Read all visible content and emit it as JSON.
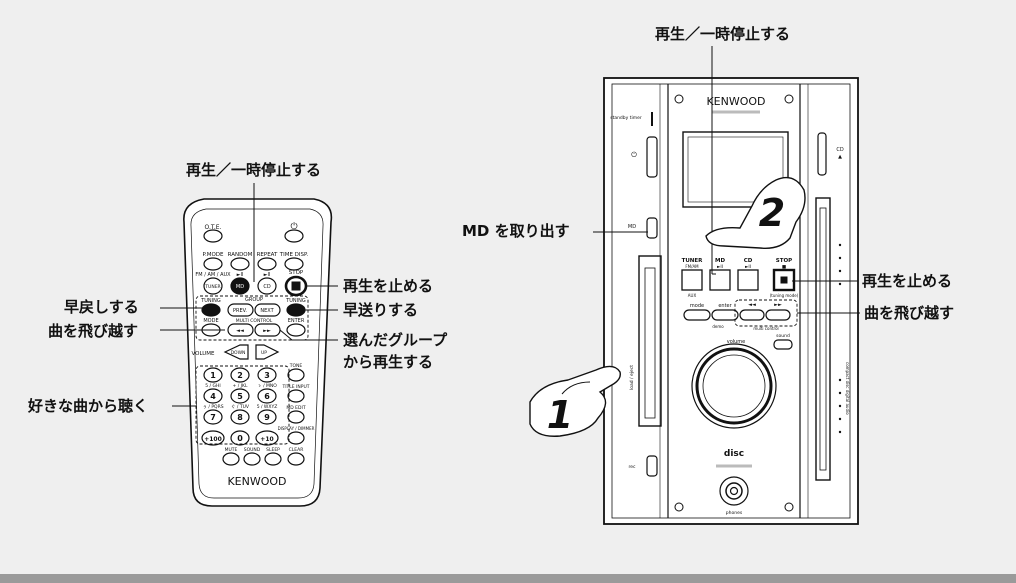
{
  "colors": {
    "background": "#efefef",
    "device_body": "#ffffff",
    "line": "#111111",
    "accent_bar": "#9a9a9a"
  },
  "icons": {
    "step1": "pointing-hand-icon",
    "step2": "pointing-hand-icon",
    "disc": "md-disc-logo-icon"
  },
  "steps": {
    "one": "1",
    "two": "2"
  },
  "labels": {
    "remote_play_pause": "再生／一時停止する",
    "remote_stop": "再生を止める",
    "remote_rewind": "早戻しする",
    "remote_fast_forward": "早送りする",
    "remote_skip": "曲を飛び越す",
    "remote_group_play": "選んだグループ",
    "remote_group_play_2": "から再生する",
    "remote_favorite": "好きな曲から聴く",
    "unit_play_pause": "再生／一時停止する",
    "unit_eject": "MD を取り出す",
    "unit_stop": "再生を止める",
    "unit_skip": "曲を飛び越す"
  },
  "remote": {
    "brand": "KENWOOD",
    "row1": [
      "O.T.E.",
      "",
      "⏻"
    ],
    "row2": [
      "P.MODE",
      "RANDOM",
      "REPEAT",
      "TIME DISP."
    ],
    "row3_labels": [
      "FM / AM / AUX",
      "►II",
      "►II",
      "STOP"
    ],
    "row3_buttons": [
      "TUNER",
      "MD",
      "CD",
      "■"
    ],
    "tuning_left": "TUNING",
    "tuning_right": "TUNING",
    "group": "GROUP",
    "prev": "PREV.",
    "next": "NEXT",
    "multi_control": "MULTI CONTROL",
    "mode": "MODE",
    "enter": "ENTER",
    "rew": "◄◄",
    "ff": "►►",
    "volume": "VOLUME",
    "down": "DOWN",
    "up": "UP",
    "keypad": [
      {
        "top": "",
        "num": "1"
      },
      {
        "top": "",
        "num": "2"
      },
      {
        "top": "",
        "num": "3"
      },
      {
        "top": "5 / GHI",
        "num": "4"
      },
      {
        "top": "+ / JKL",
        "num": "5"
      },
      {
        "top": "ゝ / MNO",
        "num": "6"
      },
      {
        "top": "ぅ / PQRS",
        "num": "7"
      },
      {
        "top": "ぐ / TUV",
        "num": "8"
      },
      {
        "top": "5 / WXYZ",
        "num": "9"
      },
      {
        "top": "",
        "num": "+100"
      },
      {
        "top": "",
        "num": "0"
      },
      {
        "top": "",
        "num": "+10"
      }
    ],
    "side_keys": [
      "TONE",
      "TITLE INPUT",
      "MD EDIT",
      "DISPLAY / DIMMER"
    ],
    "bottom_keys": [
      "MUTE",
      "SOUND",
      "SLEEP",
      "CLEAR"
    ]
  },
  "unit": {
    "brand": "KENWOOD",
    "standby": "standby timer",
    "power_symbol": "⏻",
    "md_small": "MD",
    "cd_small": "CD",
    "eject_symbol": "▲",
    "buttons": [
      {
        "top": "TUNER",
        "sub": "FM/AM",
        "bottom": "AUX"
      },
      {
        "top": "MD",
        "sub": "►II",
        "bottom": ""
      },
      {
        "top": "CD",
        "sub": "►II",
        "bottom": ""
      },
      {
        "top": "STOP",
        "sub": "■",
        "bottom": "(tuning mode)"
      }
    ],
    "mode": "mode",
    "enter": "enter",
    "demo": "demo",
    "multi_control": "multi control",
    "rew": "◄◄",
    "ff": "►►",
    "volume": "volume",
    "sound": "sound",
    "phones": "phones",
    "rec": "rec",
    "disc_logo": "disc",
    "left_slot_text": "load / eject",
    "right_slot_text": "compact disc digital audio"
  }
}
